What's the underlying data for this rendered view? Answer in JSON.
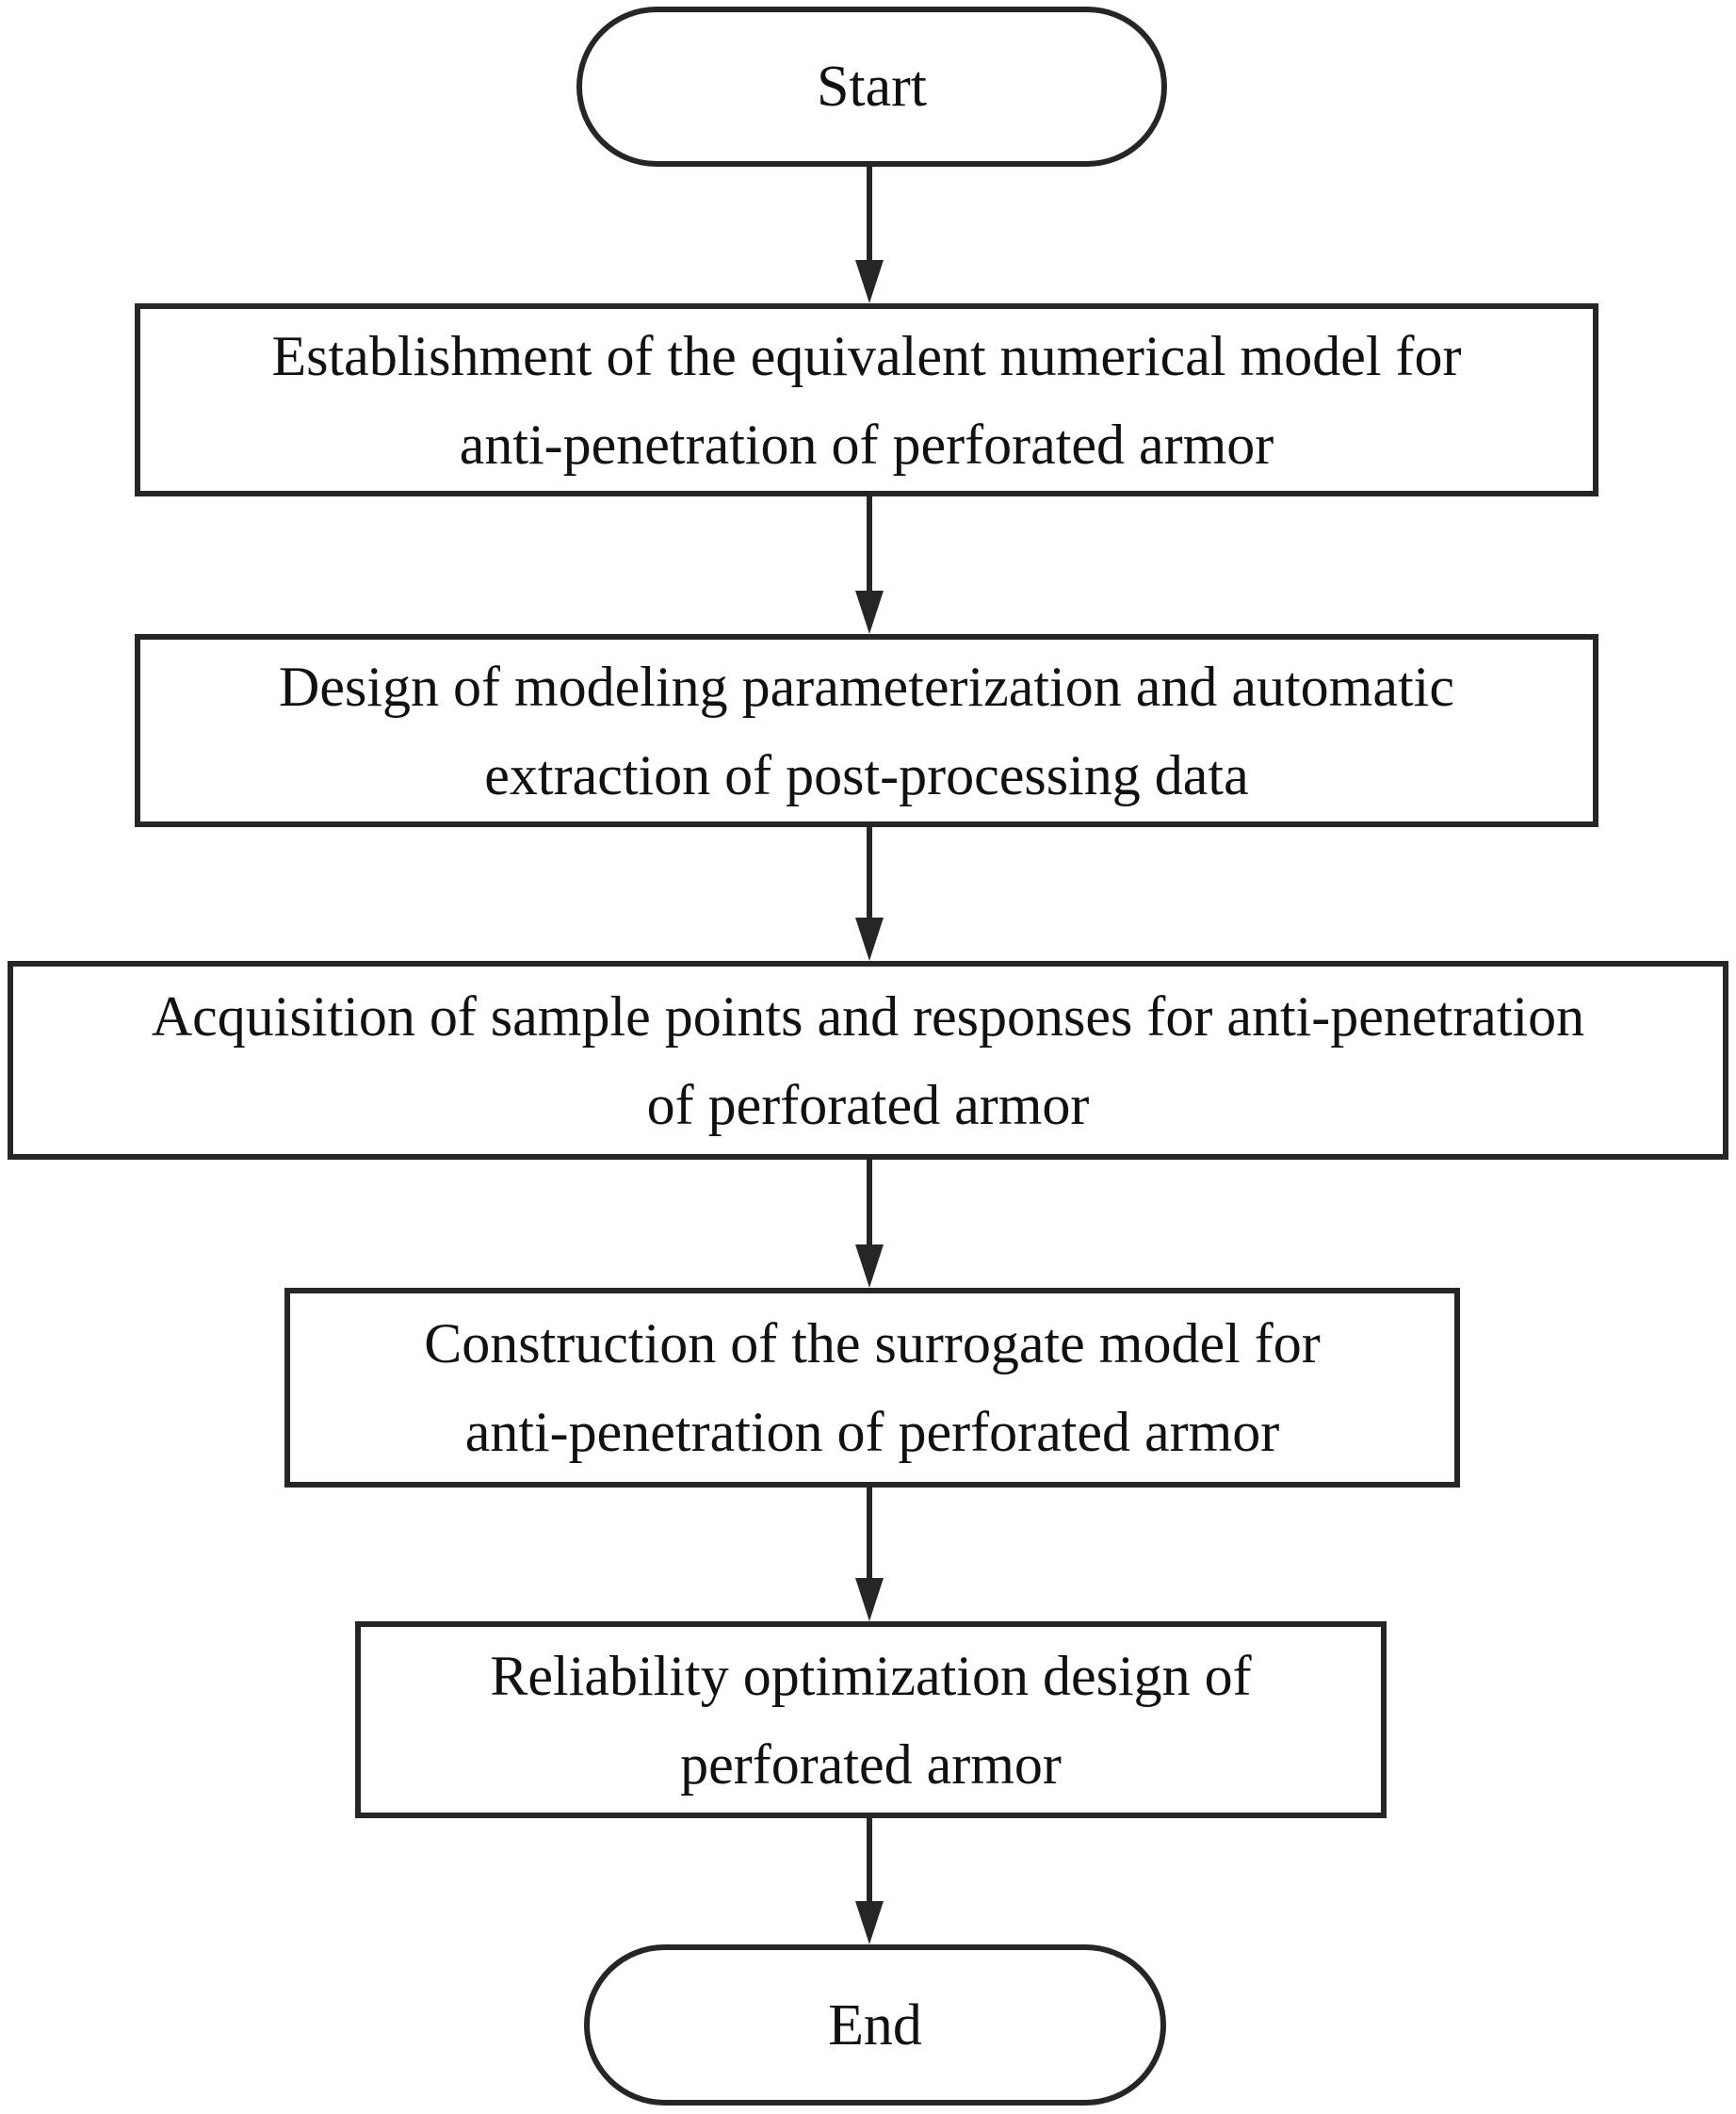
{
  "figure": {
    "type": "flowchart",
    "direction": "top-down",
    "background_color": "#ffffff",
    "stroke_color": "#262626",
    "text_color": "#111111"
  },
  "nodes": [
    {
      "id": "start",
      "shape": "terminator",
      "label": "Start",
      "lines": [
        "Start"
      ]
    },
    {
      "id": "step-1",
      "shape": "process",
      "label": "Establishment of the equivalent numerical model for anti-penetration of perforated armor",
      "lines": [
        "Establishment of the equivalent numerical model for",
        "anti-penetration of perforated armor"
      ]
    },
    {
      "id": "step-2",
      "shape": "process",
      "label": "Design of modeling parameterization and automatic extraction of post-processing data",
      "lines": [
        "Design of modeling parameterization and automatic",
        "extraction of post-processing data"
      ]
    },
    {
      "id": "step-3",
      "shape": "process",
      "label": "Acquisition of sample points and responses for anti-penetration of perforated armor",
      "lines": [
        "Acquisition of sample points and responses for anti-penetration",
        "of perforated armor"
      ]
    },
    {
      "id": "step-4",
      "shape": "process",
      "label": "Construction of the surrogate model for anti-penetration of perforated armor",
      "lines": [
        "Construction of the surrogate model for",
        "anti-penetration of perforated armor"
      ]
    },
    {
      "id": "step-5",
      "shape": "process",
      "label": "Reliability optimization design of perforated armor",
      "lines": [
        "Reliability optimization design of",
        "perforated armor"
      ]
    },
    {
      "id": "end",
      "shape": "terminator",
      "label": "End",
      "lines": [
        "End"
      ]
    }
  ],
  "edges": [
    {
      "from": "start",
      "to": "step-1"
    },
    {
      "from": "step-1",
      "to": "step-2"
    },
    {
      "from": "step-2",
      "to": "step-3"
    },
    {
      "from": "step-3",
      "to": "step-4"
    },
    {
      "from": "step-4",
      "to": "step-5"
    },
    {
      "from": "step-5",
      "to": "end"
    }
  ]
}
